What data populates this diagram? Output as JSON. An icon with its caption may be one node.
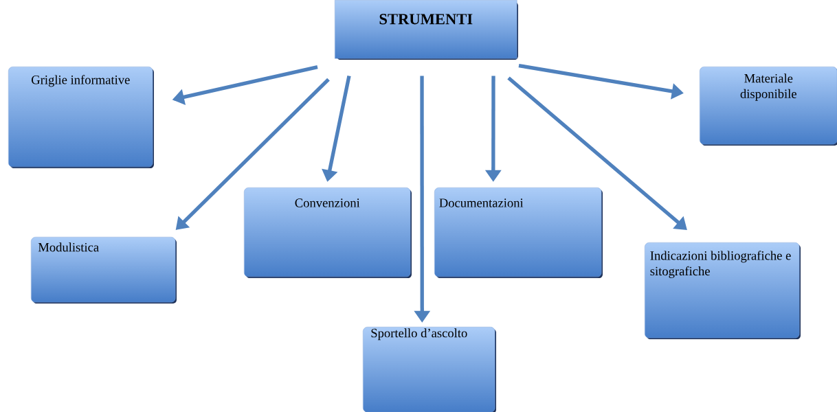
{
  "diagram": {
    "nodes": [
      {
        "text": [
          "STRUMENTI"
        ]
      },
      {
        "text": [
          "Griglie informative"
        ]
      },
      {
        "text": [
          "Materiale disponibile"
        ]
      },
      {
        "text": [
          "Modulistica"
        ]
      },
      {
        "text": [
          "Convenzioni"
        ]
      },
      {
        "text": [
          "Documentazioni"
        ]
      },
      {
        "text": [
          "Indicazioni bibliografiche e sitografiche"
        ]
      },
      {
        "text": [
          "Sportello d’ascolto"
        ]
      }
    ],
    "edges": [
      {
        "from": 0,
        "to": 1,
        "arrow": "to"
      },
      {
        "from": 0,
        "to": 3,
        "arrow": "to"
      },
      {
        "from": 0,
        "to": 4,
        "arrow": "to"
      },
      {
        "from": 0,
        "to": 7,
        "arrow": "to"
      },
      {
        "from": 0,
        "to": 5,
        "arrow": "to"
      },
      {
        "from": 0,
        "to": 6,
        "arrow": "to"
      },
      {
        "from": 0,
        "to": 2,
        "arrow": "to"
      }
    ]
  }
}
